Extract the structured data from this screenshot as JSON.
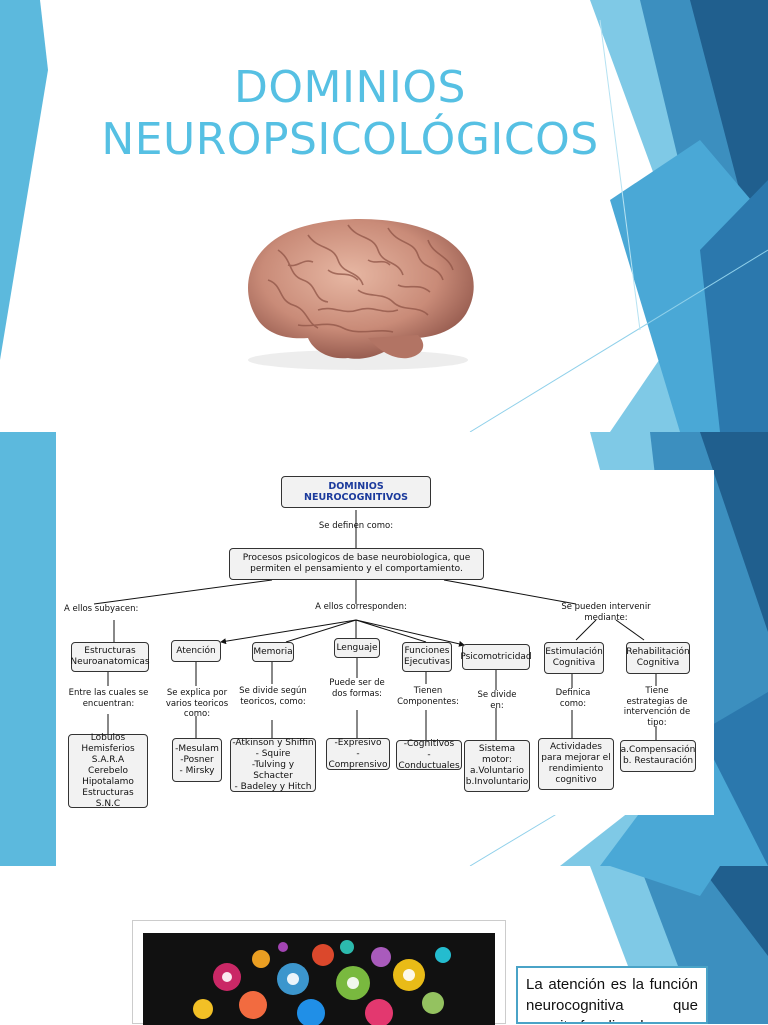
{
  "slide1": {
    "title": "DOMINIOS NEUROPSICOLÓGICOS",
    "image": "brain-illustration"
  },
  "concept_map": {
    "root": "DOMINIOS NEUROCOGNITIVOS",
    "defined_as_label": "Se definen como:",
    "definition": "Procesos psicologicos de base neurobiologica, que permiten el pensamiento y el comportamiento.",
    "left_link": "A ellos subyacen:",
    "center_link": "A ellos corresponden:",
    "right_link": "Se pueden intervenir mediante:",
    "branches": {
      "estructuras": {
        "box": "Estructuras Neuroanatomicas",
        "link": "Entre las cuales se encuentran:",
        "leaf": "Lobulos\nHemisferios\nS.A.R.A\nCerebelo\nHipotalamo\nEstructuras S.N.C"
      },
      "atencion": {
        "box": "Atención",
        "link": "Se explica por varios teoricos como:",
        "leaf": "-Mesulam\n-Posner\n- Mirsky"
      },
      "memoria": {
        "box": "Memoria",
        "link": "Se divide según teoricos, como:",
        "leaf": "-Atkinson y Shiffin\n- Squire\n-Tulving y Schacter\n- Badeley y Hitch"
      },
      "lenguaje": {
        "box": "Lenguaje",
        "link": "Puede ser de dos formas:",
        "leaf": "-Expresivo\n-Comprensivo"
      },
      "funciones": {
        "box": "Funciones Ejecutivas",
        "link": "Tienen Componentes:",
        "leaf": "-Cognitivos\n-Conductuales"
      },
      "psicomotricidad": {
        "box": "Psicomotricidad",
        "link": "Se divide en:",
        "leaf": "Sistema motor:\na.Voluntario\nb.Involuntario"
      },
      "estimulacion": {
        "box": "Estimulación Cognitiva",
        "link": "Definica como:",
        "leaf": "Actividades para mejorar el rendimiento cognitivo"
      },
      "rehabilitacion": {
        "box": "Rehabilitación Cognitiva",
        "link": "Tiene estrategias de intervención de tipo:",
        "leaf": "a.Compensación\nb. Restauración"
      }
    }
  },
  "slide3": {
    "text": "La atención es la función neurocognitiva que permite focalizar los",
    "image": "colorful-icons-illustration"
  },
  "colors": {
    "title": "#56c0e3",
    "accent_light": "#5ab8dc",
    "accent_dark": "#1f5f8c",
    "root_text": "#1b3a9c"
  }
}
